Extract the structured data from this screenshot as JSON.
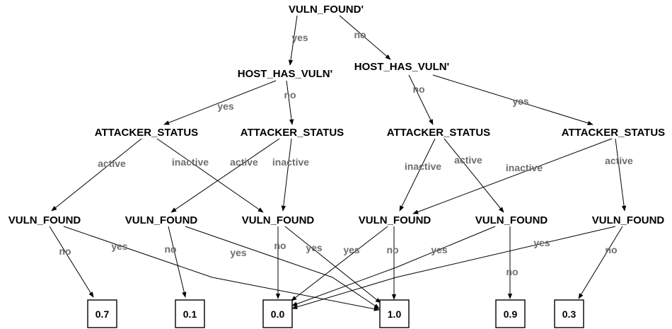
{
  "diagram": {
    "nodes": {
      "root": "VULN_FOUND'",
      "host_left": "HOST_HAS_VULN'",
      "host_right": "HOST_HAS_VULN'",
      "att1": "ATTACKER_STATUS",
      "att2": "ATTACKER_STATUS",
      "att3": "ATTACKER_STATUS",
      "att4": "ATTACKER_STATUS",
      "vf1": "VULN_FOUND",
      "vf2": "VULN_FOUND",
      "vf3": "VULN_FOUND",
      "vf4": "VULN_FOUND",
      "vf5": "VULN_FOUND",
      "vf6": "VULN_FOUND"
    },
    "leaves": {
      "l07": "0.7",
      "l01": "0.1",
      "l00": "0.0",
      "l10": "1.0",
      "l09": "0.9",
      "l03": "0.3"
    },
    "edges": {
      "root_yes": "yes",
      "root_no": "no",
      "hl_yes": "yes",
      "hl_no": "no",
      "hr_no": "no",
      "hr_yes": "yes",
      "a1_active": "active",
      "a1_inactive": "inactive",
      "a2_active": "active",
      "a2_inactive": "inactive",
      "a3_inactive": "inactive",
      "a3_active": "active",
      "a4_inactive": "inactive",
      "a4_active": "active",
      "v1_no": "no",
      "v1_yes": "yes",
      "v2_no": "no",
      "v2_yes": "yes",
      "v3_no": "no",
      "v3_yes": "yes",
      "v4_yes": "yes",
      "v4_no": "no",
      "v5_yes": "yes",
      "v5_no": "no",
      "v6_yes": "yes",
      "v6_no": "no"
    }
  }
}
